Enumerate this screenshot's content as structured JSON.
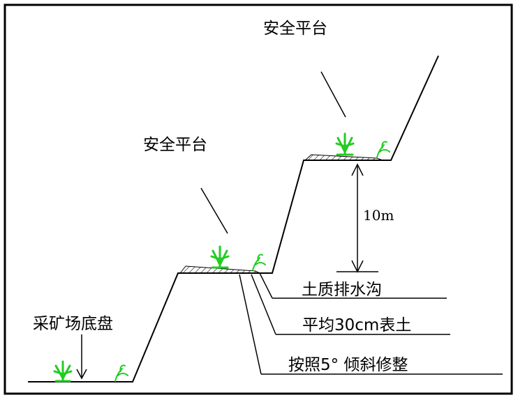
{
  "labels": {
    "platform_top": "安全平台",
    "platform_mid": "安全平台",
    "pit_bottom": "采矿场底盘",
    "height": "10m",
    "drain": "土质排水沟",
    "topsoil": "平均30cm表土",
    "slope": "按照5° 倾斜修整"
  },
  "colors": {
    "line": "#000000",
    "vegetation": "#22cc22"
  },
  "icons": {
    "grass": "grass-icon",
    "sprout": "sprout-icon"
  }
}
